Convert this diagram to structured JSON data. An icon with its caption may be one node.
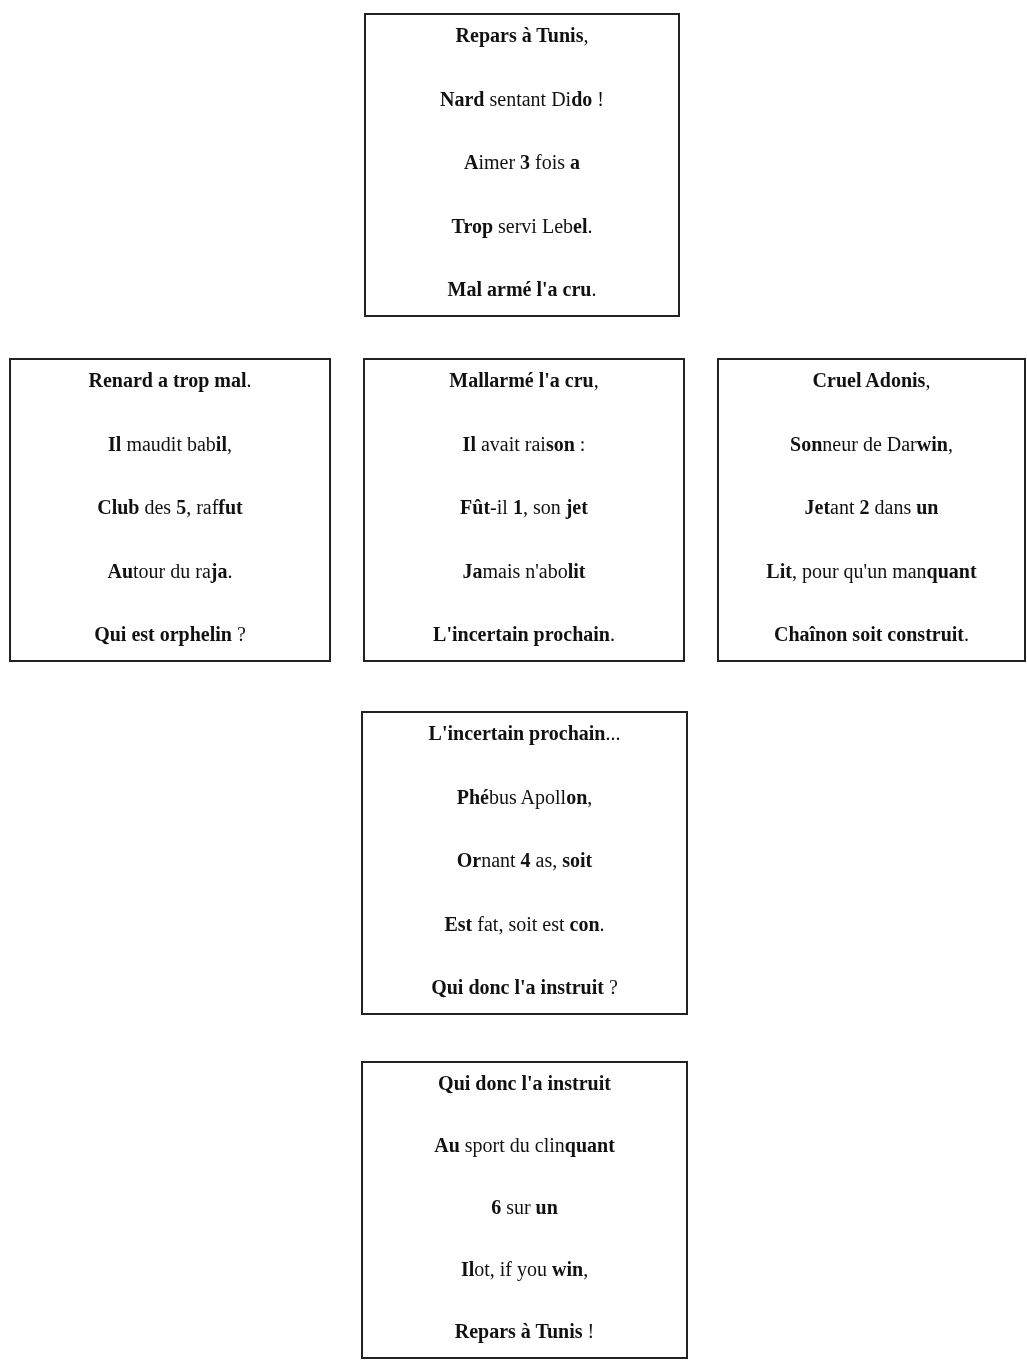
{
  "diagram": {
    "nodes": [
      {
        "text": [
          "**Repars à Tunis**,",
          "**Nard** sentant Di**do** !",
          "**A**imer **3** fois **a**",
          "**Trop** servi Leb**el**.",
          "**Mal armé l'a cru**."
        ]
      },
      {
        "text": [
          "**Renard a trop mal**.",
          "**Il** maudit bab**il**,",
          "**Club** des **5**, raf**fut**",
          "**Au**tour du ra**ja**.",
          "**Qui est orphelin** ?"
        ]
      },
      {
        "text": [
          "**Mallarmé l'a cru**,",
          "**Il** avait rai**son** :",
          "**Fût**-il **1**, son **jet**",
          "**Ja**mais n'abo**lit**",
          "**L'incertain prochain**."
        ]
      },
      {
        "text": [
          "**Cruel Adonis**,",
          "**Son**neur de Dar**win**,",
          "**Jet**ant **2** dans **un**",
          "**Lit**, pour qu'un man**quant**",
          "**Chaînon soit construit**."
        ]
      },
      {
        "text": [
          "**L'incertain prochain**...",
          "**Phé**bus Apoll**on**,",
          "**Or**nant **4** as, **soit**",
          "**Est** fat, soit est **con**.",
          "**Qui donc l'a instruit** ?"
        ]
      },
      {
        "text": [
          "**Qui donc l'a instruit**",
          "**Au** sport du clin**quant**",
          "**6** sur **un**",
          "**Il**ot, if you **win**,",
          "**Repars à Tunis** !"
        ]
      }
    ]
  }
}
